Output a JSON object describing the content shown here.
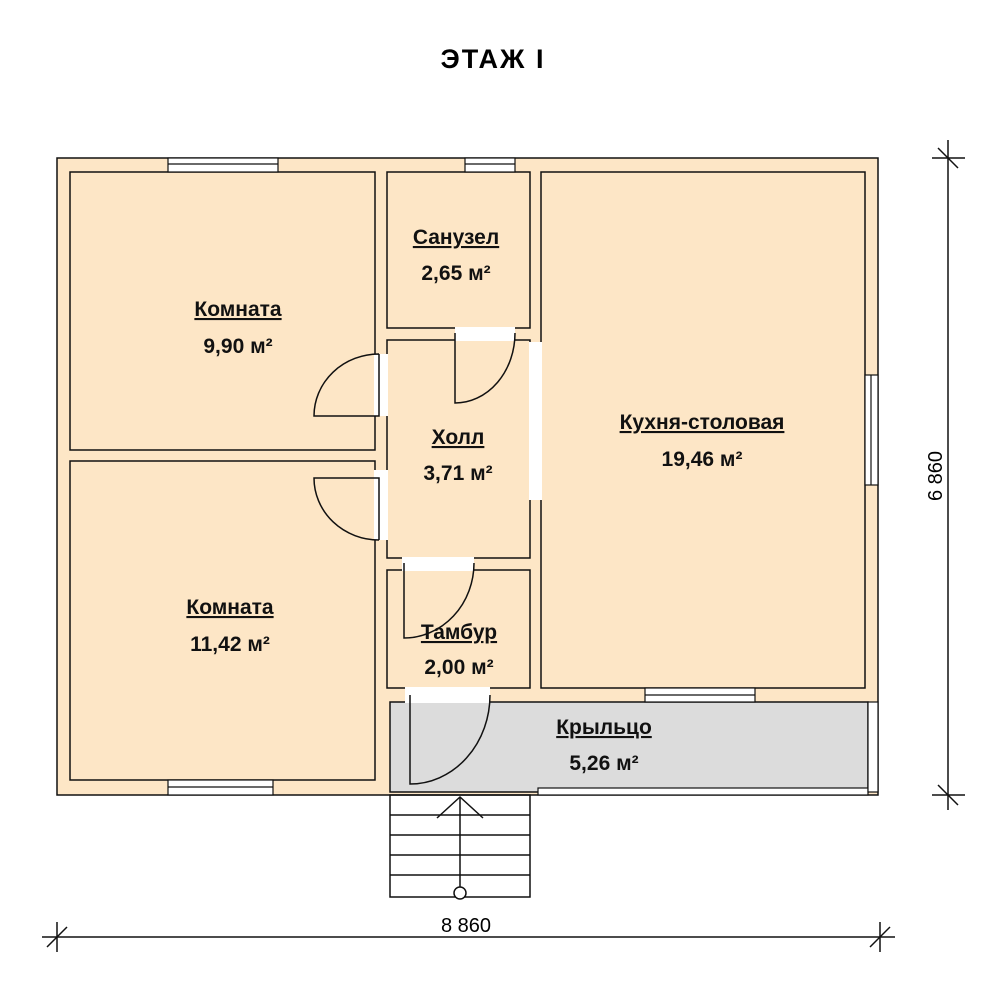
{
  "title": "ЭТАЖ I",
  "colors": {
    "wall": "#fde6c6",
    "window": "#ffffff"
  },
  "rooms": [
    {
      "name": "Комната",
      "area": "9,90 м²",
      "color": "#c8fcd6"
    },
    {
      "name": "Комната",
      "area": "11,42 м²",
      "color": "#fde0c2"
    },
    {
      "name": "Санузел",
      "area": "2,65 м²",
      "color": "#c8c8ee"
    },
    {
      "name": "Холл",
      "area": "3,71 м²",
      "color": "#b4eee8"
    },
    {
      "name": "Тамбур",
      "area": "2,00 м²",
      "color": "#ffc8da"
    },
    {
      "name": "Кухня-столовая",
      "area": "19,46 м²",
      "color": "#fba0a0"
    },
    {
      "name": "Крыльцо",
      "area": "5,26 м²",
      "color": "#dcdcdc"
    }
  ],
  "dimensions": {
    "width": "8 860",
    "height": "6 860"
  }
}
